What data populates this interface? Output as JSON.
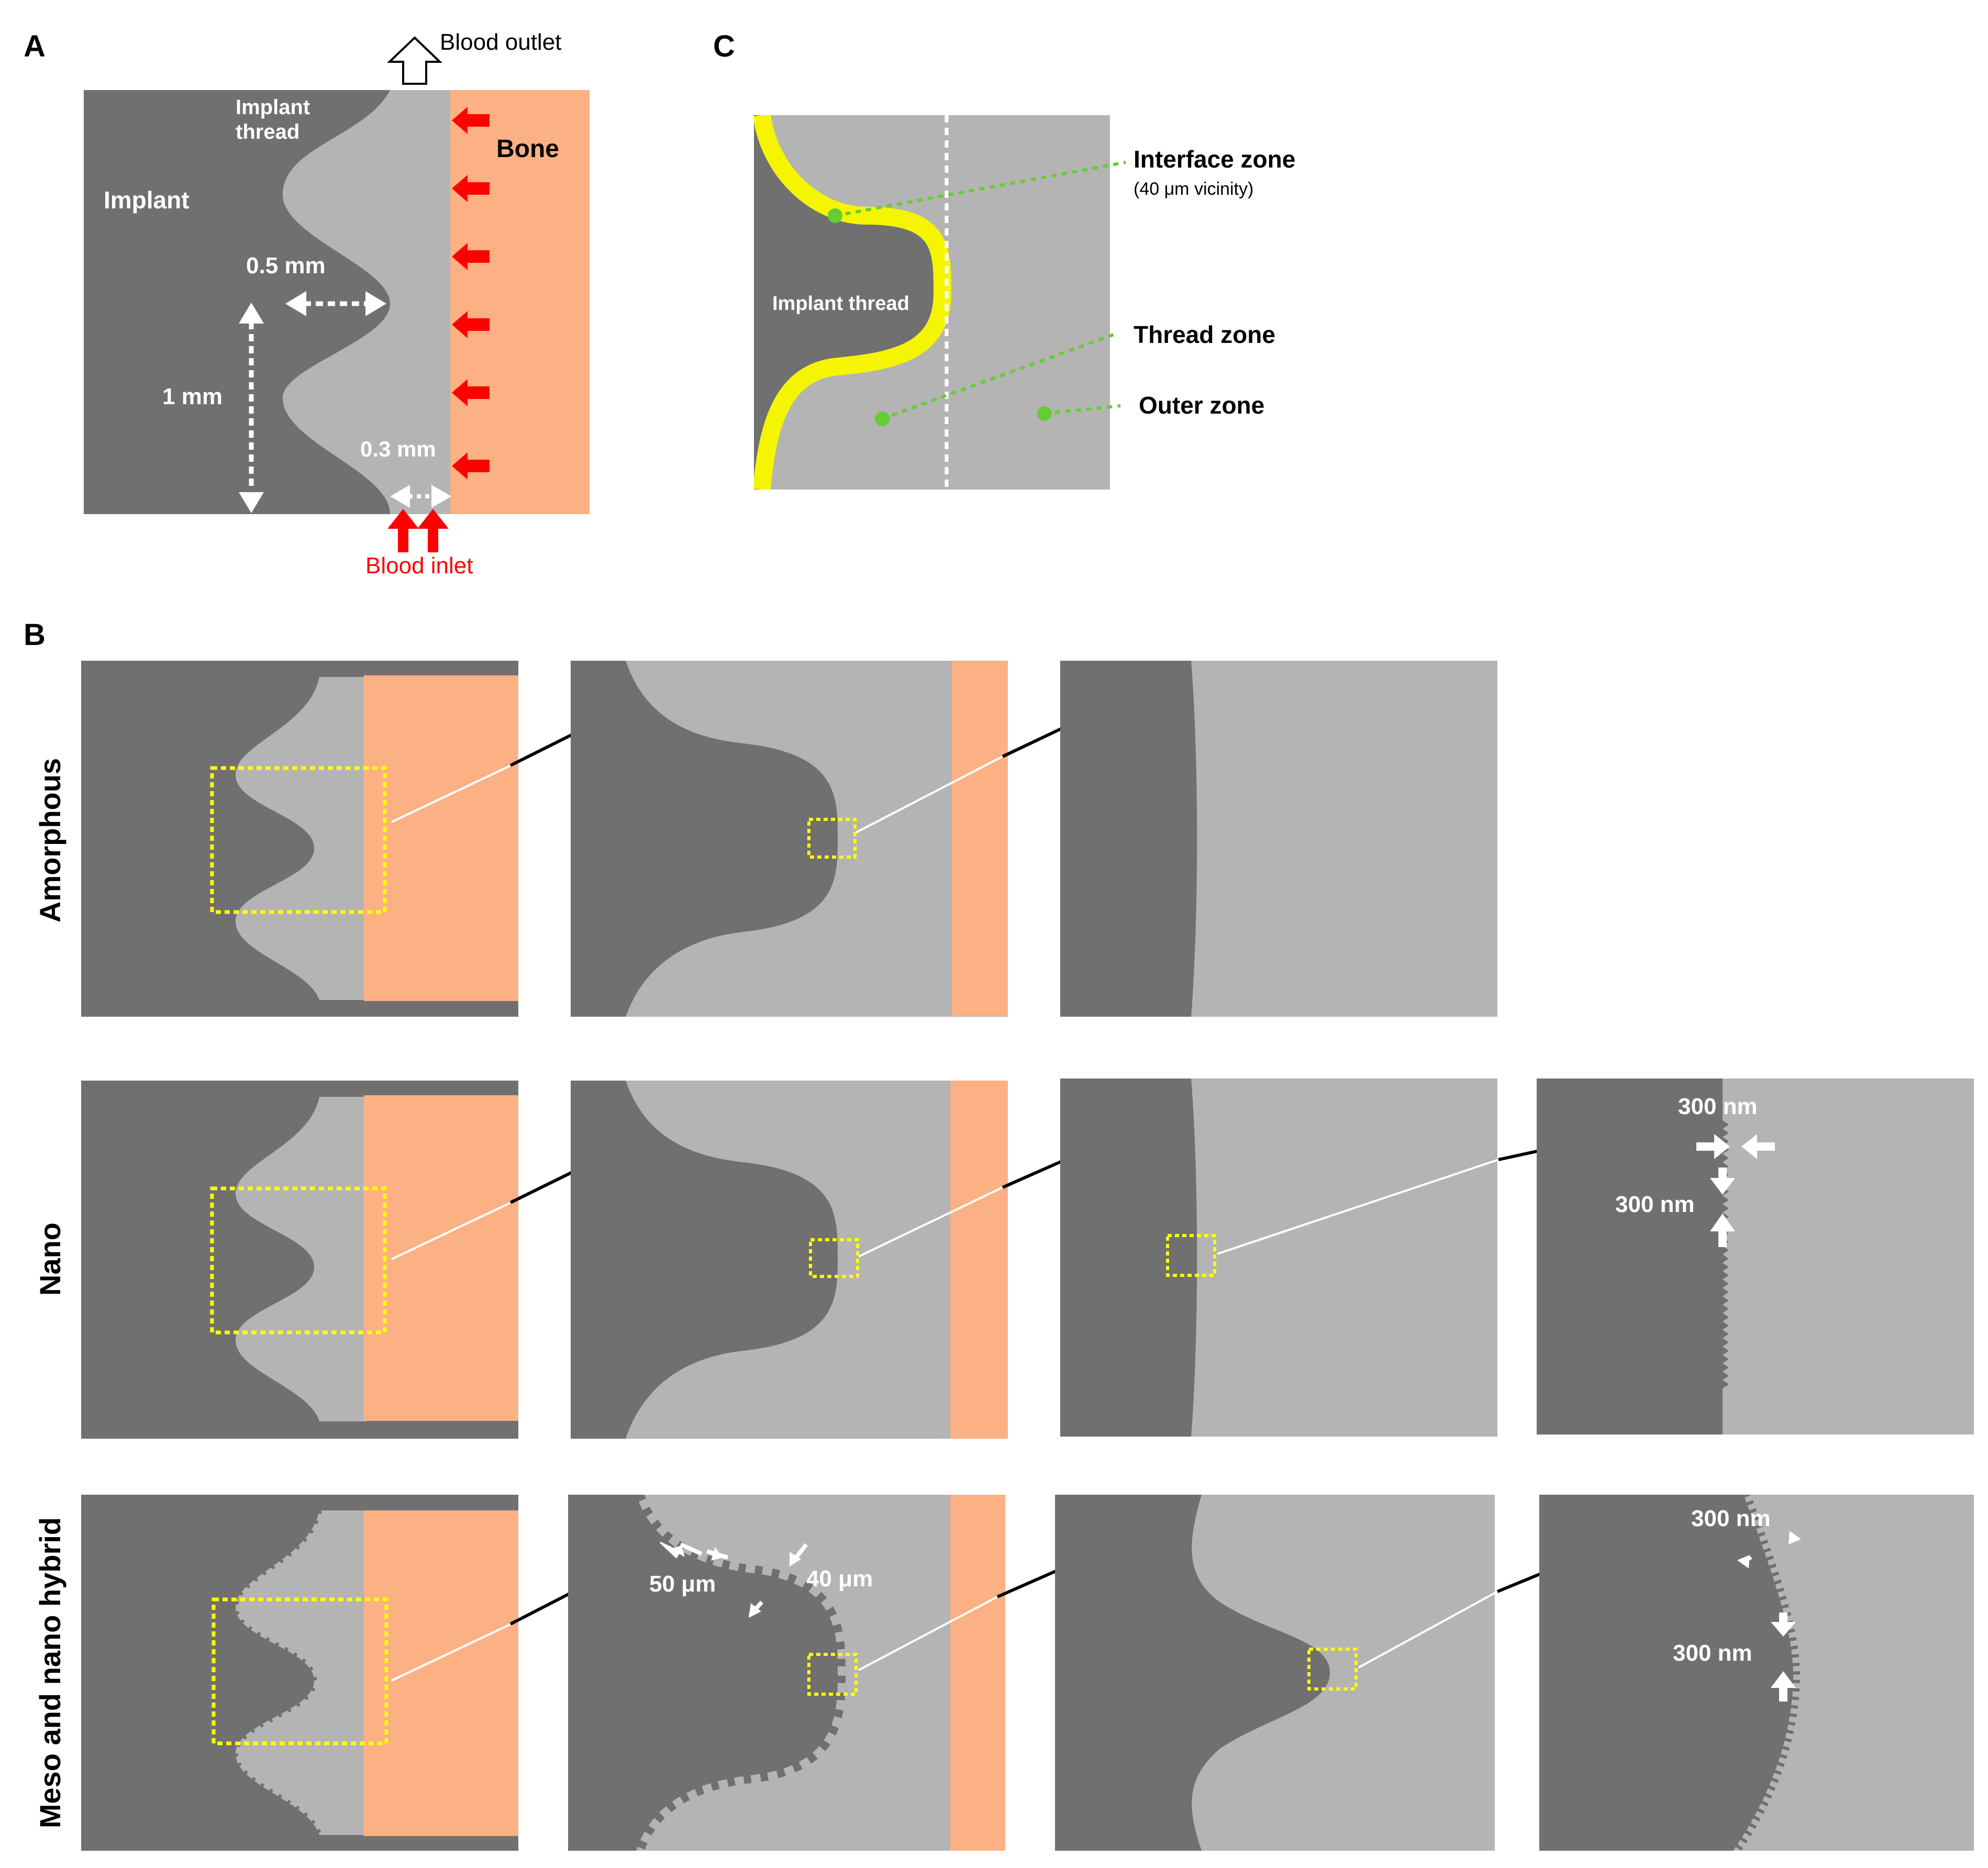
{
  "panel_letters": {
    "a": "A",
    "b": "B",
    "c": "C"
  },
  "panel_a": {
    "implant": "Implant",
    "implant_thread_line1": "Implant",
    "implant_thread_line2": "thread",
    "bone": "Bone",
    "blood_outlet": "Blood outlet",
    "blood_inlet": "Blood inlet",
    "dim_half_mm": "0.5 mm",
    "dim_one_mm": "1 mm",
    "dim_gap": "0.3 mm"
  },
  "panel_c": {
    "implant_thread": "Implant thread",
    "interface_zone": "Interface zone",
    "interface_note": "(40 μm vicinity)",
    "thread_zone": "Thread zone",
    "outer_zone": "Outer zone"
  },
  "panel_b": {
    "row_amorphous": "Amorphous",
    "row_nano": "Nano",
    "row_hybrid": "Meso and nano hybrid",
    "nano_300_h": "300 nm",
    "nano_300_v": "300 nm",
    "hyb_50um": "50 μm",
    "hyb_40um": "40 μm",
    "hyb_300_a": "300 nm",
    "hyb_300_b": "300 nm"
  },
  "colors": {
    "implant": "#707070",
    "blood": "#b4b4b4",
    "bone": "#fbb184",
    "inlet_arrow": "#ff0000",
    "selection_box": "#ffff00",
    "interface_band": "#f5f500",
    "zone_marker": "#66cc33"
  }
}
